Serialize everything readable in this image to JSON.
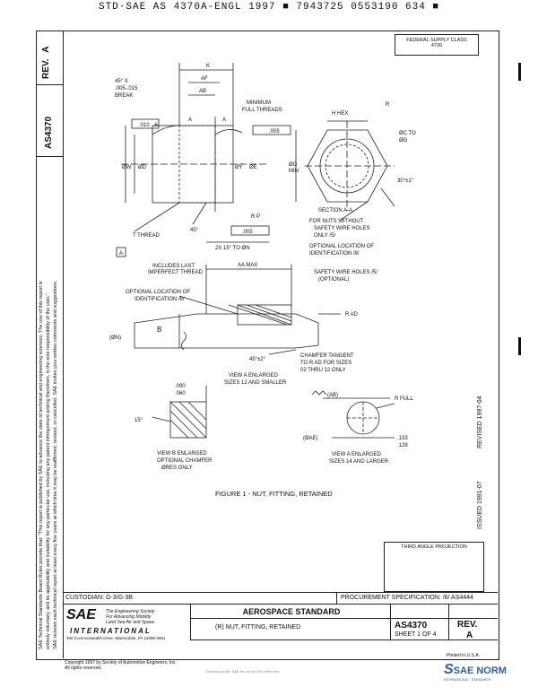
{
  "header_line": "STD·SAE AS 4370A-ENGL 1997 ■ 7943725 0553190 634 ■",
  "sidebar": {
    "rev_label": "REV.",
    "rev_value": "A",
    "doc_number": "AS4370",
    "disclaimer_lines": [
      "SAE Technical Standards Board Rules provide that: \"This report is published by SAE to advance the state of technical and engineering sciences. The use of this report is",
      "entirely voluntary, and its applicability and suitability for any particular use, including any patent infringement arising therefrom, is the sole responsibility of the user.\"",
      "SAE reviews each technical report at least every five years at which time it may be reaffirmed, revised, or cancelled. SAE invites your written comments and suggestions."
    ]
  },
  "fsc": {
    "label": "FEDERAL SUPPLY CLASS",
    "value": "4730"
  },
  "revision_stamps": {
    "issued": "ISSUED 1991-07",
    "revised": "REVISED 1997-04"
  },
  "drawing": {
    "labels": {
      "k": "K",
      "af": "AF",
      "ab": "AB",
      "chamfer": "45° X",
      "chamfer_dim": ".005-.015",
      "break": "BREAK",
      "min_full_threads": "MINIMUM",
      "min_full_threads2": "FULL THREADS",
      "tol_010": ".010",
      "tol_005": ".005",
      "datum_a": "A",
      "a_left": "A",
      "a_right": "A",
      "dia_y": "ØY",
      "dia_d": "ØD",
      "dia_e": "ØE",
      "dia_w": "ØW",
      "r_p": "R P",
      "tol_005b": ".005",
      "t_thread": "T THREAD",
      "deg45": "45°",
      "deg_15": "2X 15° TO ØN",
      "h_hex": "H HEX",
      "r": "R",
      "dia_c": "ØC TO",
      "dia_c2": "ØG",
      "g_min": "ØG",
      "min": "MIN",
      "deg30": "30°±1°",
      "section": "SECTION A-A",
      "for_nuts": "FOR NUTS WITHOUT",
      "safety_wire_only": "SAFETY WIRE HOLES",
      "only5": "ONLY /5/",
      "optional_loc": "OPTIONAL LOCATION OF",
      "ident8": "IDENTIFICATION /8/",
      "includes_last": "INCLUDES LAST",
      "imperfect": "IMPERFECT THREAD",
      "aa_max": "AA MAX",
      "safety_wire_holes": "SAFETY WIRE HOLES /5/",
      "optional": "(OPTIONAL)",
      "optional_loc2": "OPTIONAL LOCATION OF",
      "ident8b": "IDENTIFICATION /8/",
      "b": "B",
      "r_ad": "R AD",
      "dn": "(ØN)",
      "deg45_2": "45°±2°",
      "chamfer_tangent": "CHAMFER TANGENT",
      "to_r_ad": "TO R AD FOR SIZES",
      "sizes_02_12": "02 THRU 12 ONLY",
      "view_a": "VIEW A ENLARGED",
      "view_a_sizes": "SIZES 12 AND SMALLER",
      "dim_090": ".090",
      "dim_060": ".060",
      "deg15": "15°",
      "view_b": "VIEW B ENLARGED",
      "view_b_opt": "OPTIONAL CHAMFER",
      "view_b_only": "ØRES ONLY",
      "ab_paren": "(AB)",
      "r_full": "R FULL",
      "dae": "(ØAE)",
      "dim_133": ".133",
      "dim_128": ".128",
      "view_a2": "VIEW A ENLARGED",
      "view_a2_sizes": "SIZES 14 AND LARGER",
      "figure_caption": "FIGURE 1 - NUT, FITTING, RETAINED"
    }
  },
  "third_angle": "THIRD ANGLE PROJECTION",
  "title_block": {
    "custodian": "CUSTODIAN: G-3/G-3B",
    "procurement": "PROCUREMENT SPECIFICATION: /6/ AS4444",
    "logo_sae": "SAE",
    "logo_lines": [
      "The Engineering Society",
      "For Advancing Mobility",
      "Land Sea Air and Space",
      "INTERNATIONAL"
    ],
    "logo_address": "400 Commonwealth Drive, Warrendale, PA 15096-0001",
    "standard_title": "AEROSPACE STANDARD",
    "part_title": "(R) NUT, FITTING, RETAINED",
    "doc_number": "AS4370",
    "sheet": "SHEET 1 OF 4",
    "rev_label": "REV.",
    "rev_value": "A"
  },
  "footer": {
    "copyright": "Copyright 1997 by Society of Automotive Engineers, Inc.",
    "rights": "All rights reserved.",
    "faint_note": "Licensed under SAE for use by IHS reference",
    "printed": "Printed in U.S.A.",
    "watermark": "SAE NORM",
    "watermark_sub": "INTERNATIONAL · STANDARDS"
  }
}
